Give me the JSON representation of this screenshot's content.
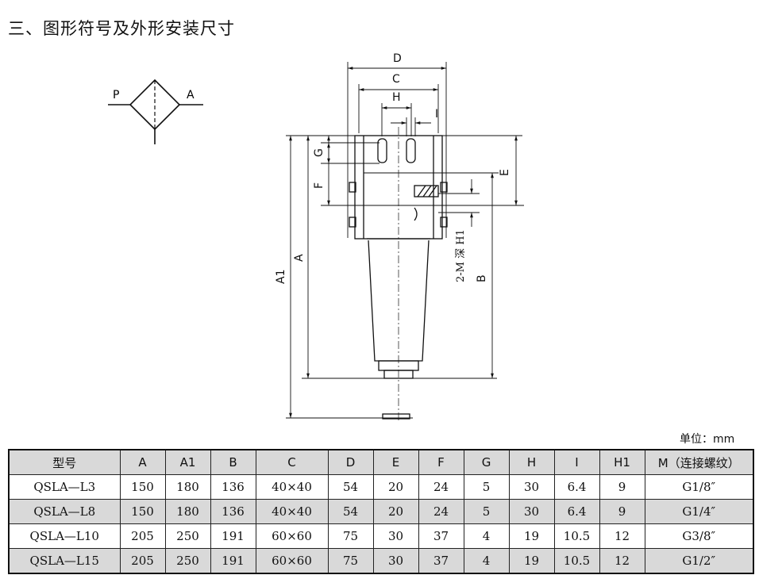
{
  "page_title": "三、图形符号及外形安装尺寸",
  "symbol": {
    "port_in": "P",
    "port_out": "A"
  },
  "dimension_labels": {
    "D": "D",
    "C": "C",
    "H": "H",
    "I": "I",
    "G": "G",
    "F": "F",
    "E": "E",
    "A1": "A1",
    "A": "A",
    "B": "B",
    "thread_note": "2-M 深 H1"
  },
  "unit_label": "单位：mm",
  "table": {
    "headers": [
      "型号",
      "A",
      "A1",
      "B",
      "C",
      "D",
      "E",
      "F",
      "G",
      "H",
      "I",
      "H1",
      "M（连接螺纹）"
    ],
    "rows": [
      [
        "QSLA—L3",
        "150",
        "180",
        "136",
        "40×40",
        "54",
        "20",
        "24",
        "5",
        "30",
        "6.4",
        "9",
        "G1/8″"
      ],
      [
        "QSLA—L8",
        "150",
        "180",
        "136",
        "40×40",
        "54",
        "20",
        "24",
        "5",
        "30",
        "6.4",
        "9",
        "G1/4″"
      ],
      [
        "QSLA—L10",
        "205",
        "250",
        "191",
        "60×60",
        "75",
        "30",
        "37",
        "4",
        "19",
        "10.5",
        "12",
        "G3/8″"
      ],
      [
        "QSLA—L15",
        "205",
        "250",
        "191",
        "60×60",
        "75",
        "30",
        "37",
        "4",
        "19",
        "10.5",
        "12",
        "G1/2″"
      ]
    ]
  }
}
